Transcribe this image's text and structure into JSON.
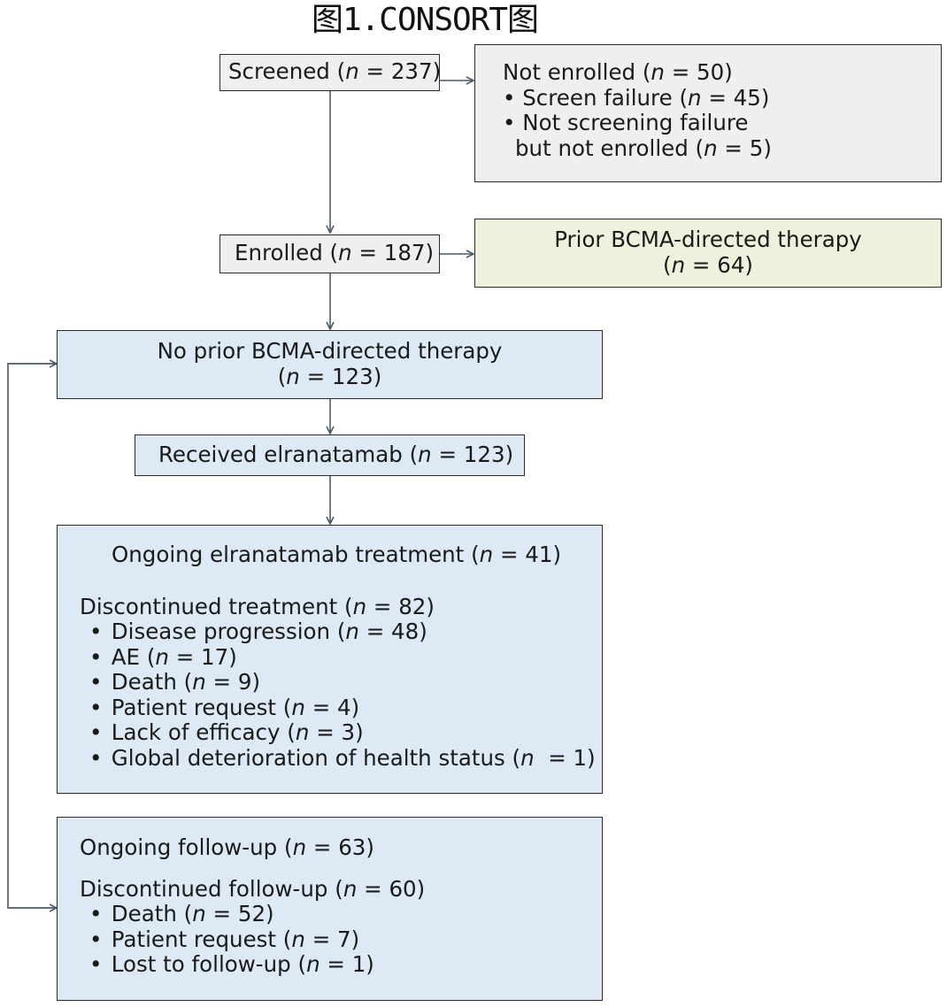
{
  "title": "图1.CONSORT图",
  "n_symbol": "n",
  "bullet": "•",
  "screened": {
    "pre": "Screened (",
    "post": " = 237)"
  },
  "not_enrolled": {
    "heading": {
      "pre": "Not enrolled (",
      "post": " = 50)"
    },
    "items": [
      {
        "pre": "Screen failure (",
        "post": " = 45)"
      },
      {
        "text": "Not screening failure"
      },
      {
        "pre": "but not enrolled (",
        "post": " = 5)"
      }
    ]
  },
  "enrolled": {
    "pre": "Enrolled (",
    "post": " = 187)"
  },
  "prior_bcma": {
    "line1": "Prior BCMA-directed therapy",
    "pre": "(",
    "post": " = 64)"
  },
  "no_prior_bcma": {
    "line1": "No prior BCMA-directed therapy",
    "pre": "(",
    "post": " = 123)"
  },
  "received": {
    "pre": "Received elranatamab (",
    "post": " = 123)"
  },
  "treatment": {
    "ongoing": {
      "pre": "Ongoing elranatamab treatment (",
      "post": " = 41)"
    },
    "discontinued": {
      "pre": "Discontinued treatment (",
      "post": " = 82)"
    },
    "reasons": [
      {
        "pre": "Disease progression (",
        "post": " = 48)"
      },
      {
        "pre": "AE (",
        "post": " = 17)"
      },
      {
        "pre": "Death (",
        "post": " = 9)"
      },
      {
        "pre": "Patient request (",
        "post": " = 4)"
      },
      {
        "pre": "Lack of efficacy (",
        "post": " = 3)"
      },
      {
        "pre": "Global deterioration of health status (",
        "post": "  = 1)"
      }
    ]
  },
  "followup": {
    "ongoing": {
      "pre": "Ongoing follow-up (",
      "post": " = 63)"
    },
    "discontinued": {
      "pre": "Discontinued follow-up (",
      "post": " = 60)"
    },
    "reasons": [
      {
        "pre": "Death (",
        "post": " = 52)"
      },
      {
        "pre": "Patient request (",
        "post": " = 7)"
      },
      {
        "pre": "Lost to follow-up (",
        "post": " = 1)"
      }
    ]
  },
  "colors": {
    "line": "#4a5a6a",
    "gray_fill": "#efefef",
    "green_fill": "#eef2dd",
    "blue_fill": "#dde9f4"
  }
}
